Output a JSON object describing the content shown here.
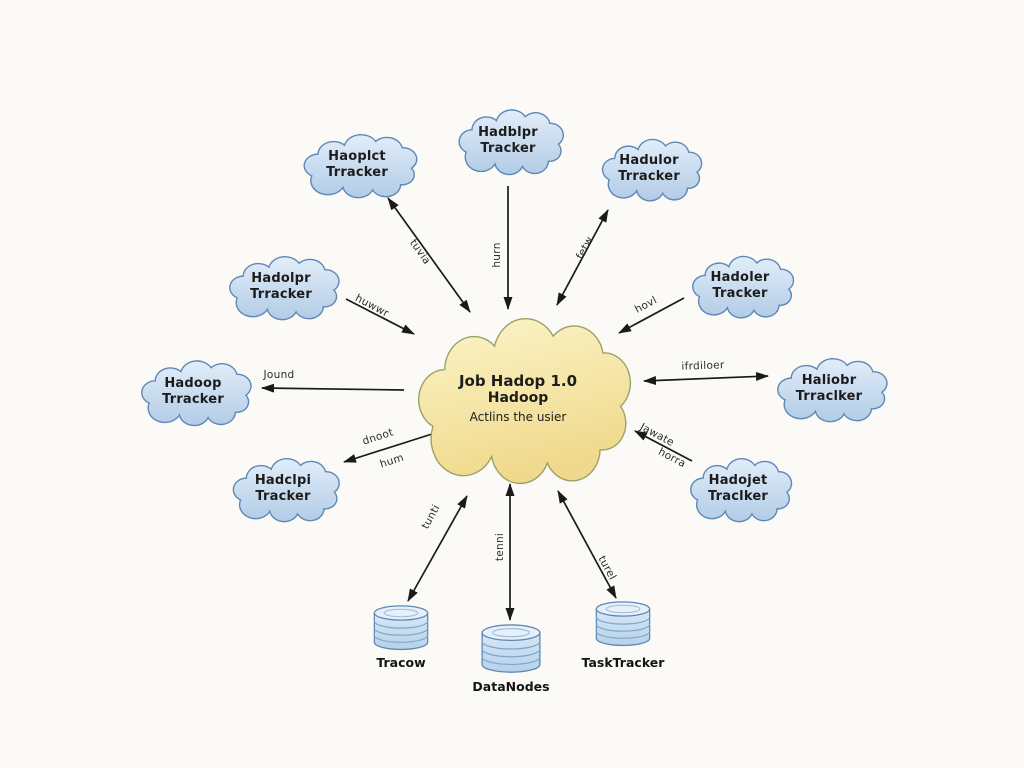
{
  "center_cloud": {
    "line1": "Job Hadop 1.0",
    "line2": "Hadoop",
    "line3": "Actlins the usier"
  },
  "clouds": [
    {
      "id": "top-left",
      "line1": "Haoplct",
      "line2": "Trracker"
    },
    {
      "id": "top-center",
      "line1": "Hadblpr",
      "line2": "Tracker"
    },
    {
      "id": "top-right",
      "line1": "Hadulor",
      "line2": "Trracker"
    },
    {
      "id": "mid-left",
      "line1": "Hadolpr",
      "line2": "Trracker"
    },
    {
      "id": "mid-right",
      "line1": "Hadoler",
      "line2": "Tracker"
    },
    {
      "id": "far-left",
      "line1": "Hadoop",
      "line2": "Trracker"
    },
    {
      "id": "far-right",
      "line1": "Haliobr",
      "line2": "Trraclker"
    },
    {
      "id": "bottom-left",
      "line1": "Hadclpi",
      "line2": "Tracker"
    },
    {
      "id": "bottom-right",
      "line1": "Hadojet",
      "line2": "Traclker"
    }
  ],
  "arrow_labels": {
    "top_left": "tuvia",
    "top_center": "hurn",
    "top_right": "fetw",
    "mid_left": "huwwr",
    "mid_right": "hovl",
    "far_left": "Jound",
    "far_right": "ifrdiloer",
    "bottom_left_upper": "dnoot",
    "bottom_left_lower": "hum",
    "bottom_right_upper": "Jawate",
    "bottom_right_lower": "horra",
    "db_left": "tunti",
    "db_center": "tenni",
    "db_right": "turel"
  },
  "cylinders": [
    {
      "label": "Tracow"
    },
    {
      "label": "DataNodes"
    },
    {
      "label": "TaskTracker"
    }
  ],
  "colors": {
    "cloud_blue_top": "#dde9f7",
    "cloud_blue_bottom": "#b2cce6",
    "cloud_blue_stroke": "#5f88b6",
    "cloud_yellow_top": "#fcf4c6",
    "cloud_yellow_bottom": "#f0d98c",
    "cloud_yellow_stroke": "#9aa267",
    "arrow": "#1a1a1a",
    "background": "#fbfaf7"
  }
}
